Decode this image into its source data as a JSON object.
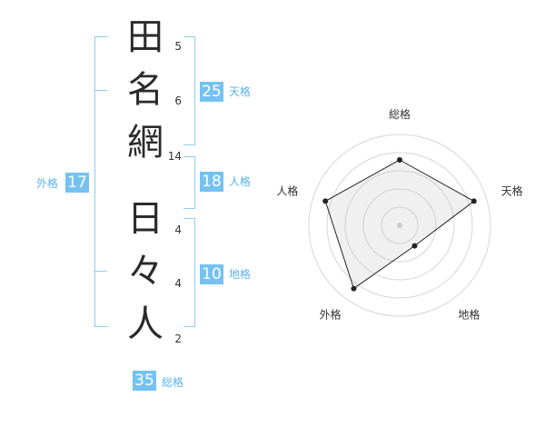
{
  "name_chars": [
    {
      "char": "田",
      "strokes": "5"
    },
    {
      "char": "名",
      "strokes": "6"
    },
    {
      "char": "網",
      "strokes": "14"
    },
    {
      "char": "日",
      "strokes": "4"
    },
    {
      "char": "々",
      "strokes": "4"
    },
    {
      "char": "人",
      "strokes": "2"
    }
  ],
  "fortunes": {
    "tenkaku": {
      "value": "25",
      "label": "天格"
    },
    "jinkaku": {
      "value": "18",
      "label": "人格"
    },
    "chikaku": {
      "value": "10",
      "label": "地格"
    },
    "gaikaku": {
      "value": "17",
      "label": "外格"
    },
    "soukaku": {
      "value": "35",
      "label": "総格"
    }
  },
  "colors": {
    "accent": "#74c2f2",
    "bracket": "#8ccff4"
  },
  "chart_data": {
    "type": "radar",
    "axes": [
      "総格",
      "天格",
      "地格",
      "外格",
      "人格"
    ],
    "values": [
      0.72,
      0.86,
      0.28,
      0.86,
      0.86
    ],
    "max": 1,
    "rings": 5,
    "grid": true
  }
}
